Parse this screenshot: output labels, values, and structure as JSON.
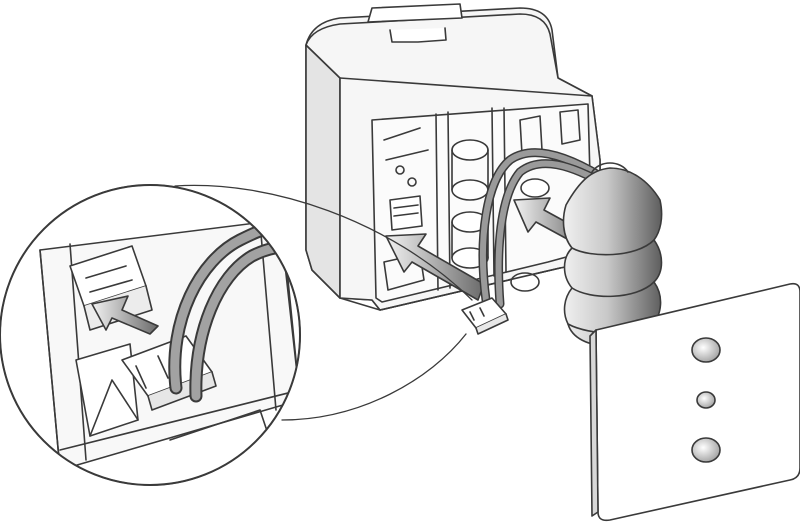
{
  "illustration": {
    "subject": "battery-pack-installation",
    "components": [
      "housing-box",
      "battery-pack",
      "connector-plug",
      "cover-plate",
      "detail-magnifier"
    ],
    "colors": {
      "outline": "#3a3a3a",
      "housing_fill": "#f6f6f6",
      "housing_shade": "#e4e4e4",
      "arrow_light": "#f2f2f2",
      "arrow_dark": "#6a6a6a",
      "battery_light": "#f0f0f0",
      "battery_dark": "#5e5e5e",
      "wire_fill": "#9a9a9a"
    },
    "icons": [
      "insert-arrow-icon",
      "insert-arrow-icon",
      "insert-arrow-icon"
    ]
  }
}
